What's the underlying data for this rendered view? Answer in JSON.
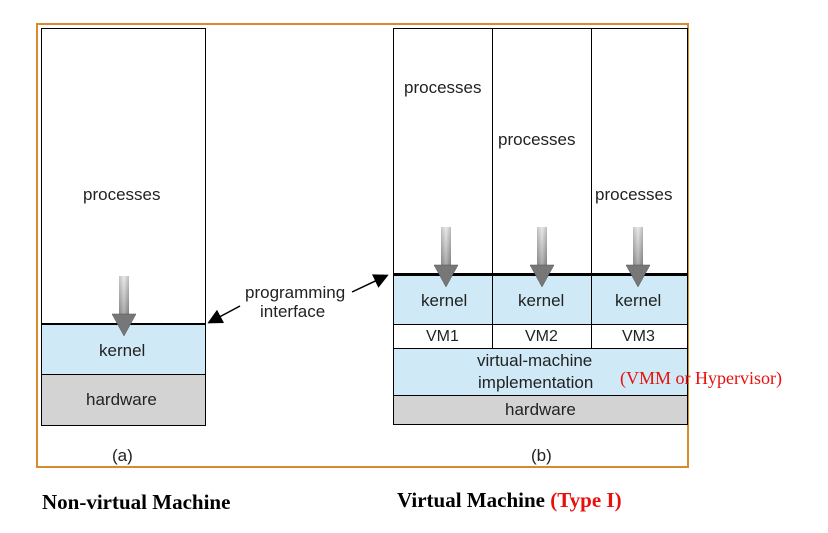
{
  "left": {
    "processes": "processes",
    "kernel": "kernel",
    "hardware": "hardware",
    "label": "(a)"
  },
  "interface_label": [
    "programming",
    "interface"
  ],
  "right": {
    "vms": [
      {
        "processes": "processes",
        "kernel": "kernel",
        "vm": "VM1"
      },
      {
        "processes": "processes",
        "kernel": "kernel",
        "vm": "VM2"
      },
      {
        "processes": "processes",
        "kernel": "kernel",
        "vm": "VM3"
      }
    ],
    "implementation": [
      "virtual-machine",
      "implementation"
    ],
    "hypervisor_note": "(VMM or Hypervisor)",
    "hardware": "hardware",
    "label": "(b)"
  },
  "captions": {
    "left": "Non-virtual Machine",
    "right_main": "Virtual Machine",
    "right_type": "(Type I)"
  },
  "colors": {
    "kernel": "#cfe9f6",
    "hardware": "#d3d3d3",
    "frame": "#d98a2f",
    "accent_red": "#e8100c"
  }
}
